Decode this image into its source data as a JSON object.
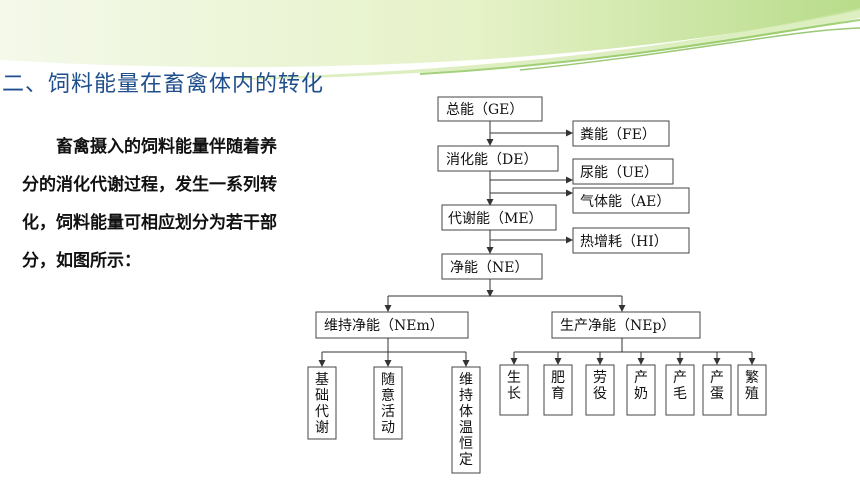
{
  "slide": {
    "title": "二、饲料能量在畜禽体内的转化",
    "intro": "畜禽摄入的饲料能量伴随着养分的消化代谢过程，发生一系列转化，饲料能量可相应划分为若干部分，如图所示："
  },
  "colors": {
    "title": "#1f4e8c",
    "band_light": "#e6f2c8",
    "band_mid": "#b8dc8a",
    "band_dark": "#8cc45a",
    "box_border": "#444444"
  },
  "diagram": {
    "main_chain": [
      {
        "id": "ge",
        "label": "总能（GE）"
      },
      {
        "id": "de",
        "label": "消化能（DE）"
      },
      {
        "id": "me",
        "label": "代谢能（ME）"
      },
      {
        "id": "ne",
        "label": "净能（NE）"
      }
    ],
    "losses": [
      {
        "id": "fe",
        "label": "粪能（FE）"
      },
      {
        "id": "ue",
        "label": "尿能（UE）"
      },
      {
        "id": "ae",
        "label": "气体能（AE）"
      },
      {
        "id": "hi",
        "label": "热增耗（HI）"
      }
    ],
    "branches": [
      {
        "id": "nem",
        "label": "维持净能（NEm）"
      },
      {
        "id": "nep",
        "label": "生产净能（NEp）"
      }
    ],
    "maintenance_uses": [
      {
        "id": "basal",
        "label": "基础代谢"
      },
      {
        "id": "activity",
        "label": "随意活动"
      },
      {
        "id": "body-temp",
        "label": "维持体温恒定"
      }
    ],
    "production_uses": [
      {
        "id": "growth",
        "label": "生长"
      },
      {
        "id": "fattening",
        "label": "肥育"
      },
      {
        "id": "labor",
        "label": "劳役"
      },
      {
        "id": "milk",
        "label": "产奶"
      },
      {
        "id": "wool",
        "label": "产毛"
      },
      {
        "id": "egg",
        "label": "产蛋"
      },
      {
        "id": "breeding",
        "label": "繁殖"
      }
    ]
  }
}
